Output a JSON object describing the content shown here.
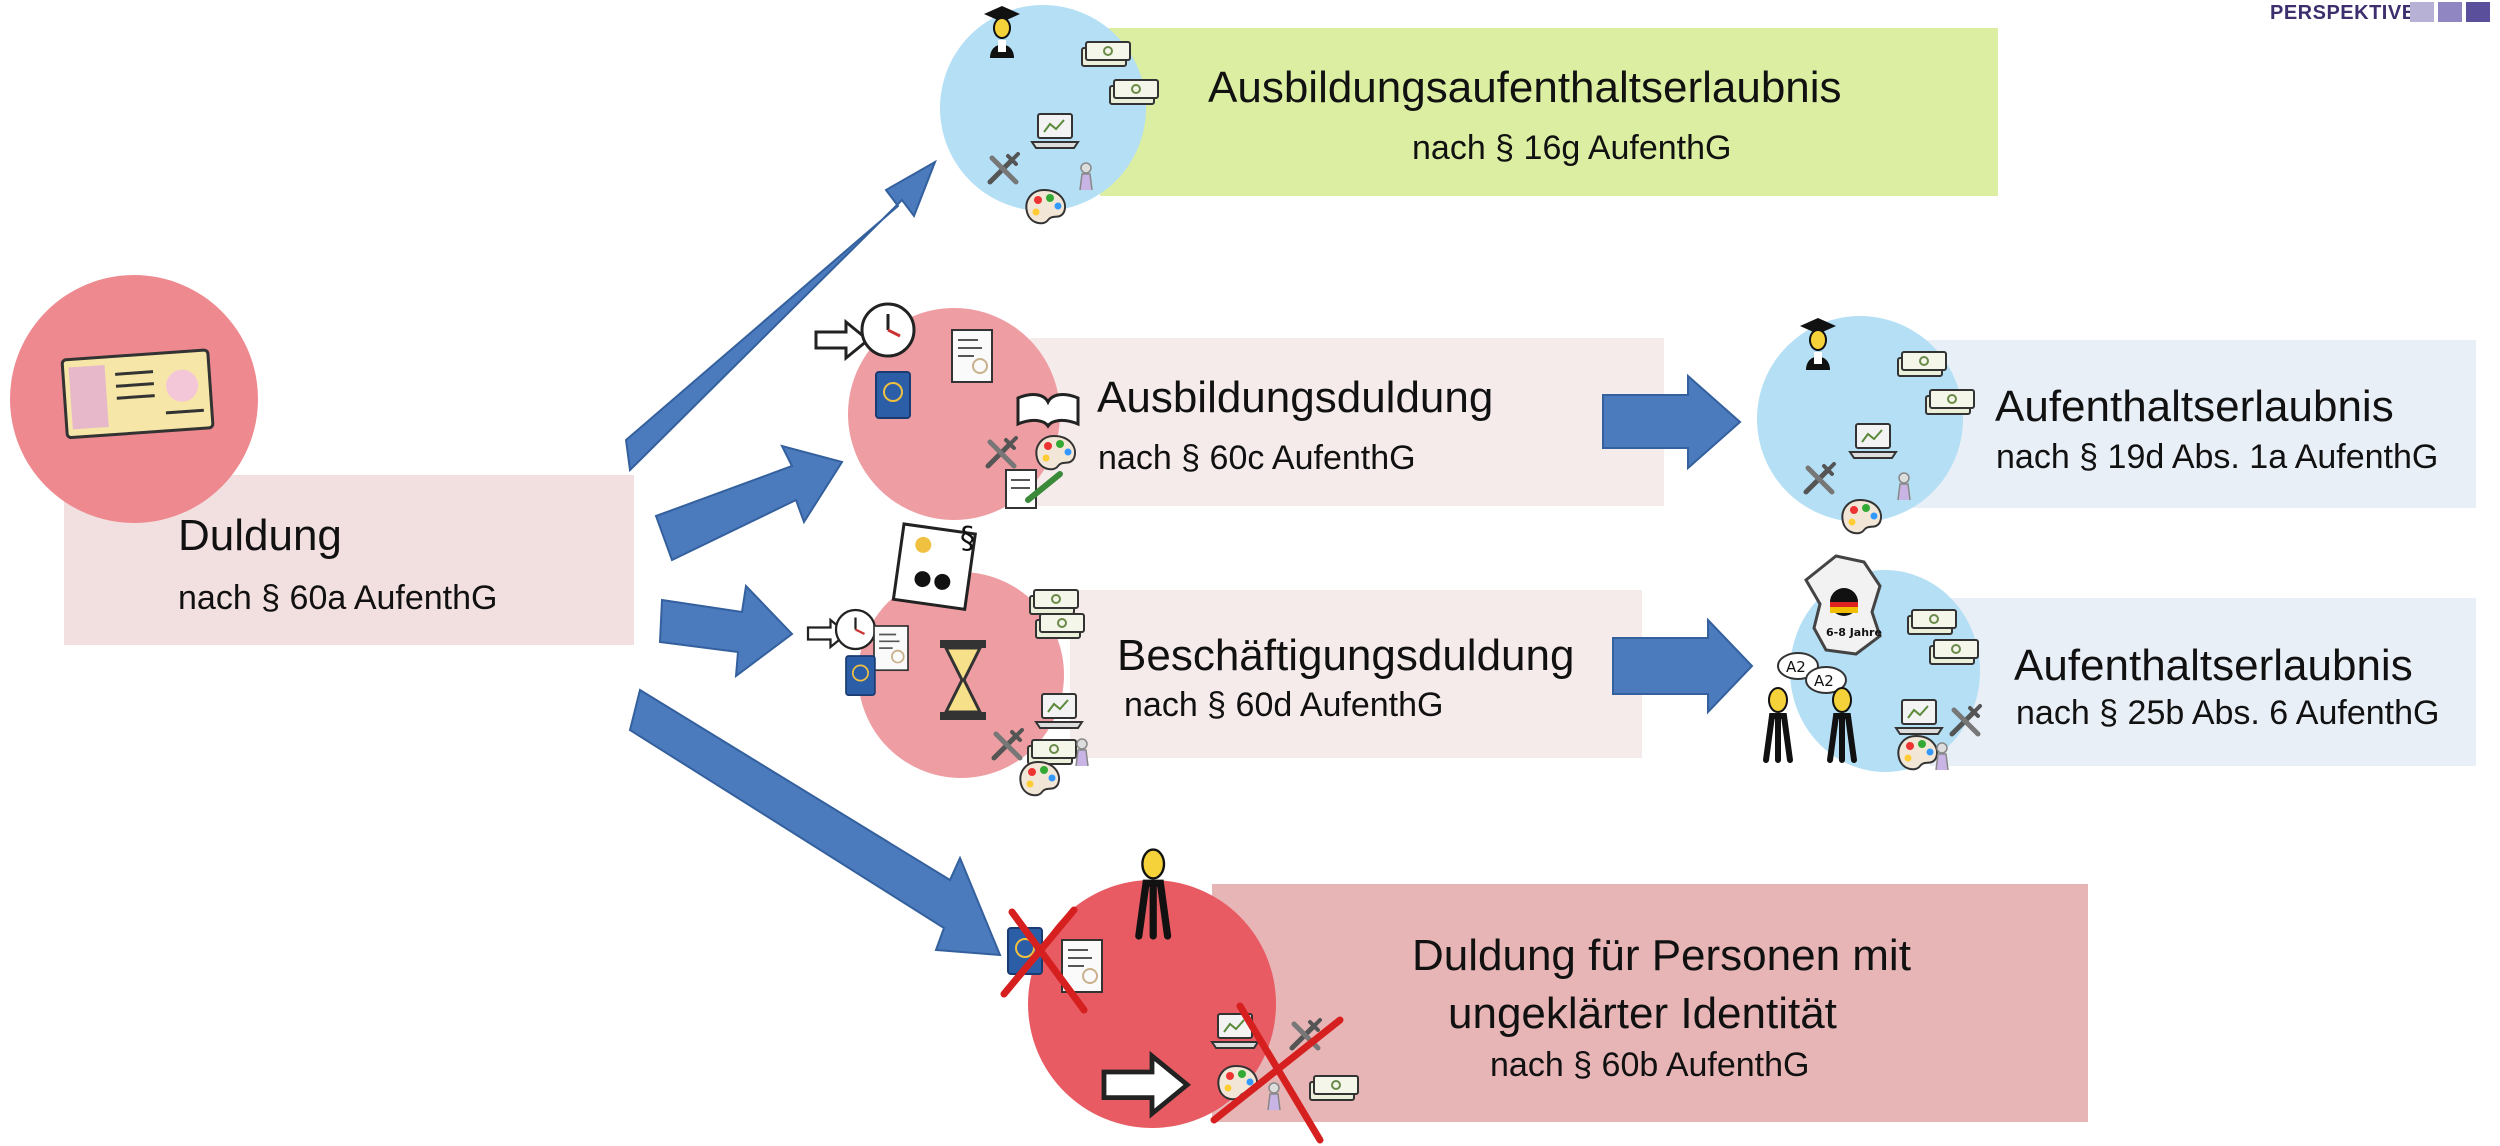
{
  "logo": {
    "text": "PERSPEKTIVEN",
    "squares": [
      "#b7b1d6",
      "#8f86c2",
      "#5a4f9a"
    ]
  },
  "colors": {
    "arrow": "#4b7bbd",
    "arrow_edge": "#34609e",
    "pink_circle": "#ee8a8f",
    "pink_circle_light": "#ee9ea3",
    "red_circle": "#e85b63",
    "blue_circle": "#b4dff5",
    "green_box": "#dceea2",
    "duldung_box": "#f2dfe0",
    "light_pink_box": "#f6ebeb",
    "light_blue_box": "#e9eff7",
    "red_box": "#e7b5b6"
  },
  "nodes": {
    "duldung": {
      "title": "Duldung",
      "subtitle": "nach § 60a AufenthG"
    },
    "ausbildungsaufenthalt": {
      "title": "Ausbildungsaufenthaltserlaubnis",
      "subtitle": "nach § 16g AufenthG"
    },
    "ausbildungsduldung": {
      "title": "Ausbildungsduldung",
      "subtitle": "nach § 60c AufenthG"
    },
    "aufenthalt_19d": {
      "title": "Aufenthaltserlaubnis",
      "subtitle": "nach § 19d Abs. 1a AufenthG"
    },
    "beschaeftigungsduldung": {
      "title": "Beschäftigungsduldung",
      "subtitle": "nach § 60d AufenthG"
    },
    "aufenthalt_25b": {
      "title": "Aufenthaltserlaubnis",
      "subtitle": "nach § 25b Abs. 6 AufenthG"
    },
    "ungeklaert": {
      "title_line1": "Duldung für Personen mit",
      "title_line2": "ungeklärter Identität",
      "subtitle": "nach § 60b AufenthG"
    }
  },
  "icon_labels": {
    "germany_years": "6-8 Jahre",
    "language_level_1": "A2",
    "language_level_2": "A2",
    "paragraph_sign": "§"
  }
}
